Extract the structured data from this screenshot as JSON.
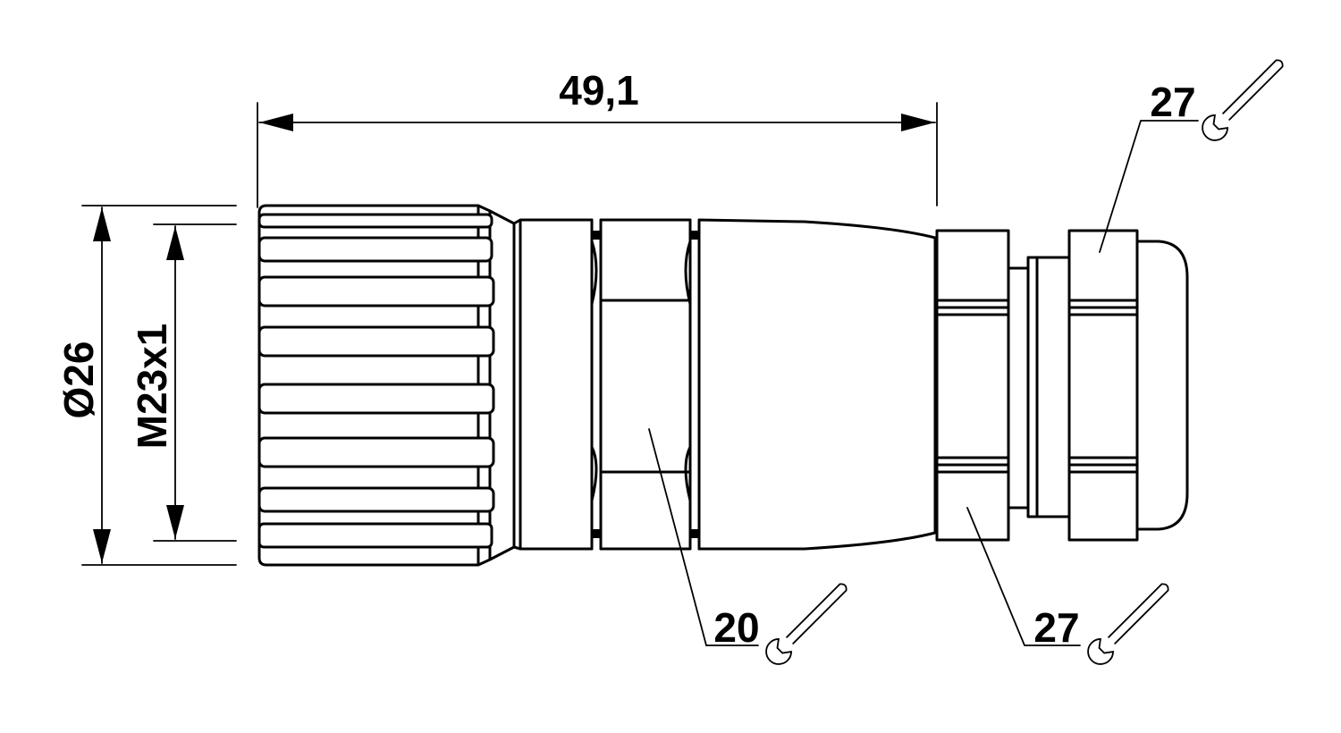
{
  "dimensions": {
    "overall_length": "49,1",
    "outer_diameter": "Ø26",
    "thread": "M23x1"
  },
  "wrench_sizes": {
    "coupling_nut": "20",
    "gland_body": "27",
    "gland_cap": "27"
  },
  "icons": [
    "wrench-icon",
    "wrench-icon",
    "wrench-icon"
  ]
}
